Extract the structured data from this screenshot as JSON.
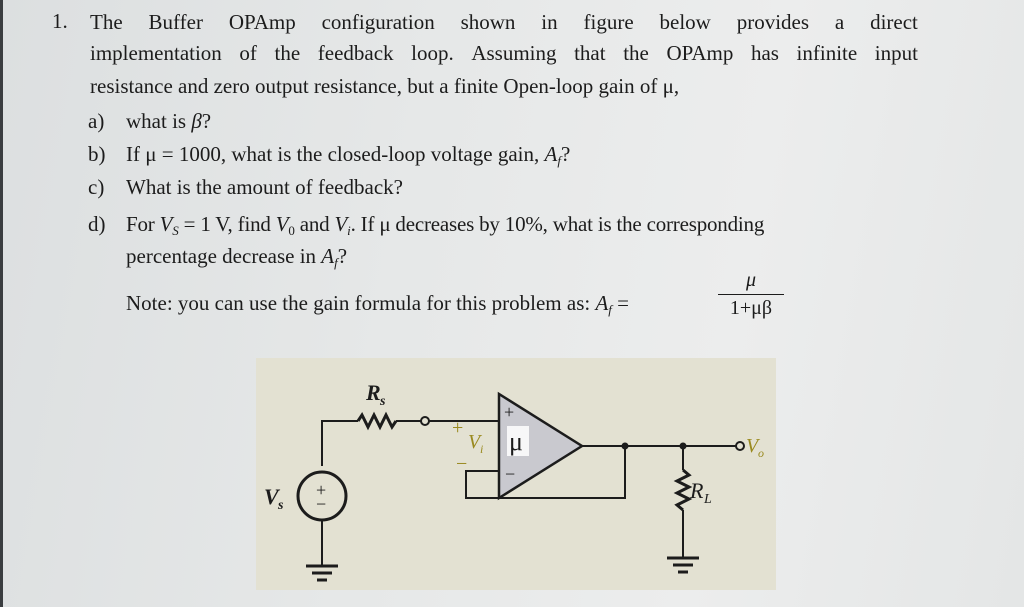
{
  "problem": {
    "number": "1.",
    "intro_lines": [
      [
        "The",
        "Buffer",
        "OPAmp",
        "configuration",
        "shown",
        "in",
        "figure",
        "below",
        "provides",
        "a",
        "direct"
      ],
      [
        "implementation",
        "of",
        "the",
        "feedback",
        "loop.",
        "Assuming",
        "that",
        "the",
        "OPAmp",
        "has",
        "infinite",
        "input"
      ]
    ],
    "intro_line3": "resistance and zero output resistance, but a finite Open-loop gain of μ,",
    "parts": [
      {
        "label": "a)",
        "pre": "what is ",
        "sym": "β",
        "post": "?"
      },
      {
        "label": "b)",
        "pre": "If μ = 1000, what is the closed-loop voltage gain, ",
        "sym": "A",
        "sub": "f",
        "post": "?"
      },
      {
        "label": "c)",
        "text": "What is the amount of feedback?"
      },
      {
        "label": "d)",
        "t1": "For ",
        "vs": "V",
        "vs_sub": "S",
        "t2": " = 1 V, find ",
        "vo": "V",
        "vo_sub": "0",
        "t3": " and ",
        "vi": "V",
        "vi_sub": "i",
        "t4": ". If μ decreases by 10%, what is the corresponding",
        "line2_pre": "percentage decrease in ",
        "line2_sym": "A",
        "line2_sub": "f",
        "line2_post": "?"
      }
    ],
    "note": {
      "text": "Note: you can use the gain formula for this problem as: ",
      "sym": "A",
      "sub": "f",
      "eq": " =",
      "numerator": "μ",
      "denominator": "1+μβ"
    }
  },
  "figure": {
    "labels": {
      "rs": "R",
      "rs_sub": "s",
      "vs": "V",
      "vs_sub": "s",
      "vi_plus": "+",
      "vi": "V",
      "vi_sub": "i",
      "vi_minus": "−",
      "opamp_gain": "μ",
      "opamp_plus": "+",
      "opamp_minus": "−",
      "source_plus": "+",
      "source_minus": "−",
      "vo": "V",
      "vo_sub": "o",
      "rl": "R",
      "rl_sub": "L"
    },
    "colors": {
      "panel": "#e3e1d2",
      "wire": "#1c1c1c",
      "opamp_fill": "#c9c9cf",
      "accent_label": "#9a8a20"
    }
  }
}
